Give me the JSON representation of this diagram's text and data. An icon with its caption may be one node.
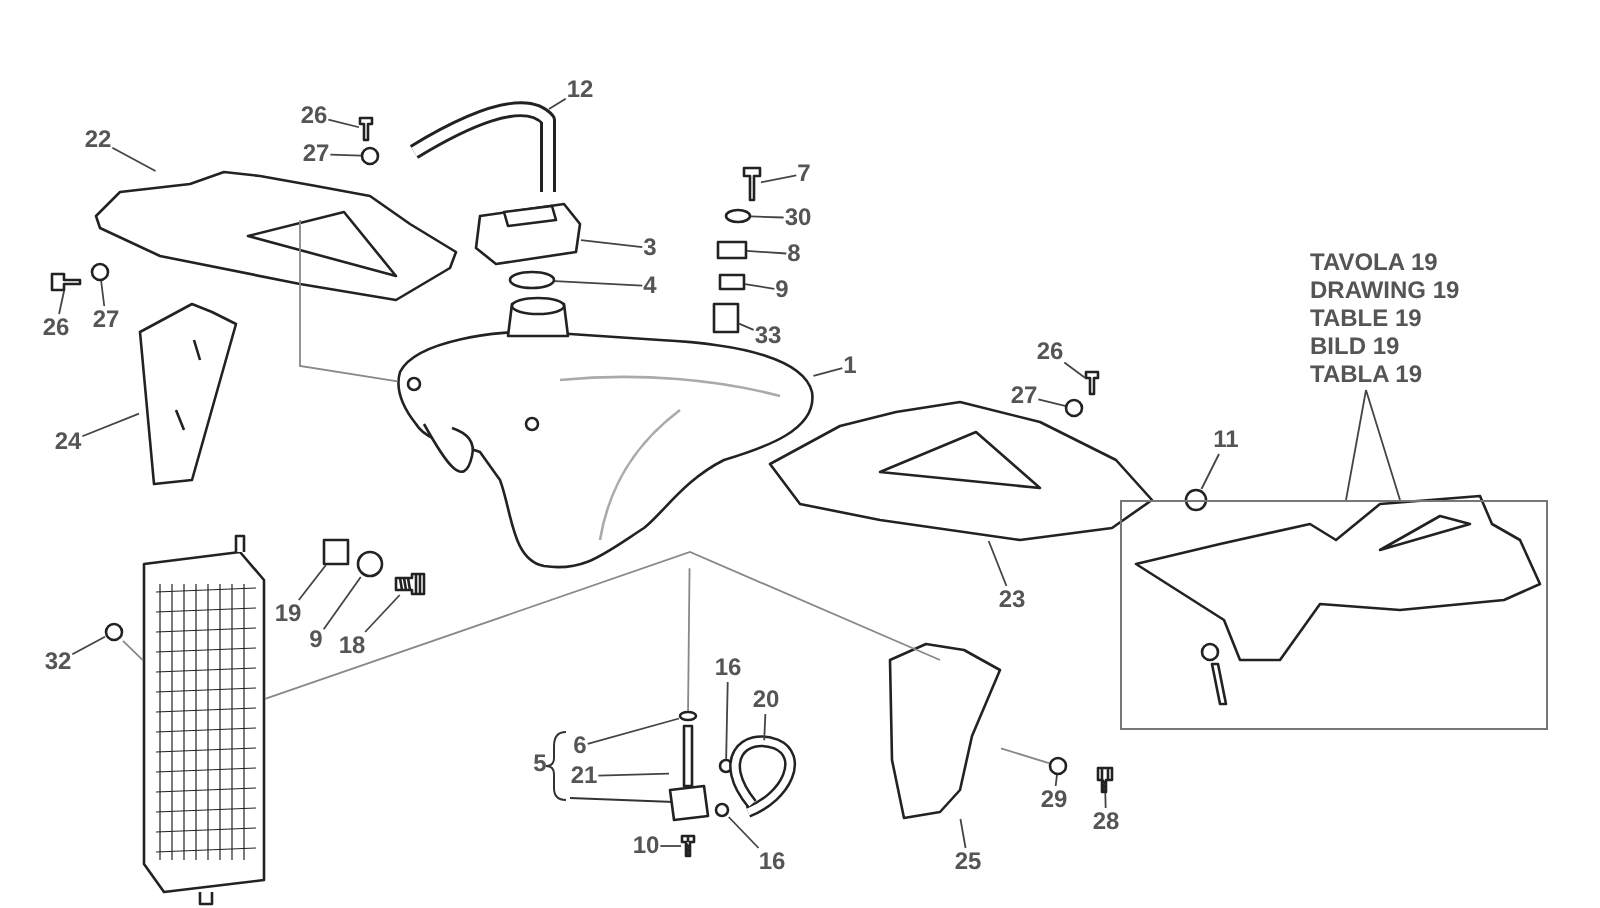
{
  "diagram": {
    "nodes": [
      {
        "text": [
          "12"
        ]
      },
      {
        "text": [
          "26"
        ]
      },
      {
        "text": [
          "27"
        ]
      },
      {
        "text": [
          "22"
        ]
      },
      {
        "text": [
          "7"
        ]
      },
      {
        "text": [
          "30"
        ]
      },
      {
        "text": [
          "3"
        ]
      },
      {
        "text": [
          "8"
        ]
      },
      {
        "text": [
          "TAVOLA 19",
          "DRAWING 19",
          "TABLE 19",
          "BILD 19",
          "TABLA 19"
        ]
      },
      {
        "text": [
          "4"
        ]
      },
      {
        "text": [
          "9"
        ]
      },
      {
        "text": [
          "26"
        ]
      },
      {
        "text": [
          "27"
        ]
      },
      {
        "text": [
          "33"
        ]
      },
      {
        "text": [
          "26"
        ]
      },
      {
        "text": [
          "1"
        ]
      },
      {
        "text": [
          "27"
        ]
      },
      {
        "text": [
          "24"
        ]
      },
      {
        "text": [
          "11"
        ]
      },
      {
        "text": [],
        "shape": "box"
      },
      {
        "text": [
          "23"
        ]
      },
      {
        "text": [
          "19"
        ]
      },
      {
        "text": [
          "9"
        ]
      },
      {
        "text": [
          "18"
        ]
      },
      {
        "text": [
          "32"
        ]
      },
      {
        "text": [
          "16"
        ]
      },
      {
        "text": [
          "20"
        ]
      },
      {
        "text": [
          "6"
        ]
      },
      {
        "text": [
          "5"
        ]
      },
      {
        "text": [
          "21"
        ]
      },
      {
        "text": [
          "29"
        ]
      },
      {
        "text": [
          "28"
        ]
      },
      {
        "text": [
          "10"
        ]
      },
      {
        "text": [
          "16"
        ]
      },
      {
        "text": [
          "25"
        ]
      },
      {
        "text": [],
        "shape": "picture"
      },
      {
        "text": [],
        "shape": "picture"
      },
      {
        "text": [],
        "shape": "circle"
      },
      {
        "text": [],
        "shape": "picture"
      },
      {
        "text": [],
        "shape": "picture"
      },
      {
        "text": [],
        "shape": "picture"
      },
      {
        "text": [],
        "shape": "circle"
      },
      {
        "text": [],
        "shape": "box"
      },
      {
        "text": [],
        "shape": "circle"
      },
      {
        "text": [],
        "shape": "box"
      },
      {
        "text": [],
        "shape": "picture"
      },
      {
        "text": [],
        "shape": "circle"
      },
      {
        "text": [],
        "shape": "box"
      },
      {
        "text": [],
        "shape": "picture"
      },
      {
        "text": [],
        "shape": "picture"
      },
      {
        "text": [],
        "shape": "picture"
      },
      {
        "text": [],
        "shape": "circle"
      },
      {
        "text": [],
        "shape": "picture"
      },
      {
        "text": [],
        "shape": "circle"
      },
      {
        "text": [],
        "shape": "box"
      },
      {
        "text": [],
        "shape": "circle"
      },
      {
        "text": [],
        "shape": "picture"
      },
      {
        "text": [],
        "shape": "circle"
      },
      {
        "text": [],
        "shape": "picture"
      },
      {
        "text": [],
        "shape": "circle"
      },
      {
        "text": [],
        "shape": "picture"
      },
      {
        "text": [],
        "shape": "circle"
      },
      {
        "text": [],
        "shape": "picture"
      },
      {
        "text": [],
        "shape": "circle"
      },
      {
        "text": [],
        "shape": "picture"
      },
      {
        "text": [],
        "shape": "circle"
      },
      {
        "text": [],
        "shape": "picture"
      },
      {
        "text": [],
        "shape": "picture"
      }
    ],
    "edges": [
      {
        "from": 0,
        "to": 35,
        "arrow": "none"
      },
      {
        "from": 1,
        "to": 36,
        "arrow": "none"
      },
      {
        "from": 2,
        "to": 37,
        "arrow": "none"
      },
      {
        "from": 3,
        "to": 39,
        "arrow": "none"
      },
      {
        "from": 4,
        "to": 38,
        "arrow": "none"
      },
      {
        "from": 5,
        "to": 41,
        "arrow": "none"
      },
      {
        "from": 6,
        "to": 40,
        "arrow": "none"
      },
      {
        "from": 7,
        "to": 42,
        "arrow": "none"
      },
      {
        "from": 9,
        "to": 43,
        "arrow": "none"
      },
      {
        "from": 10,
        "to": 44,
        "arrow": "none"
      },
      {
        "from": 11,
        "to": 45,
        "arrow": "none"
      },
      {
        "from": 12,
        "to": 46,
        "arrow": "none"
      },
      {
        "from": 13,
        "to": 47,
        "arrow": "none"
      },
      {
        "from": 14,
        "to": 50,
        "arrow": "none"
      },
      {
        "from": 15,
        "to": 49,
        "arrow": "none"
      },
      {
        "from": 16,
        "to": 51,
        "arrow": "none"
      },
      {
        "from": 17,
        "to": 48,
        "arrow": "none"
      },
      {
        "from": 18,
        "to": 53,
        "arrow": "none"
      },
      {
        "from": 20,
        "to": 52,
        "arrow": "none"
      },
      {
        "from": 21,
        "to": 54,
        "arrow": "none"
      },
      {
        "from": 22,
        "to": 55,
        "arrow": "none"
      },
      {
        "from": 23,
        "to": 56,
        "arrow": "none"
      },
      {
        "from": 24,
        "to": 57,
        "arrow": "none"
      },
      {
        "from": 25,
        "to": 61,
        "arrow": "none"
      },
      {
        "from": 26,
        "to": 62,
        "arrow": "none"
      },
      {
        "from": 27,
        "to": 59,
        "arrow": "none"
      },
      {
        "from": 29,
        "to": 60,
        "arrow": "none"
      },
      {
        "from": 30,
        "to": 63,
        "arrow": "none"
      },
      {
        "from": 31,
        "to": 64,
        "arrow": "none"
      },
      {
        "from": 32,
        "to": 66,
        "arrow": "none"
      },
      {
        "from": 33,
        "to": 65,
        "arrow": "none"
      },
      {
        "from": 34,
        "to": 58,
        "arrow": "none"
      },
      {
        "from": 8,
        "to": 19,
        "arrow": "none"
      },
      {
        "from": 39,
        "to": 49,
        "arrow": "none",
        "color": "#888888"
      },
      {
        "from": 57,
        "to": 67,
        "arrow": "none",
        "color": "#888888"
      },
      {
        "from": 49,
        "to": 59,
        "arrow": "none",
        "color": "#888888"
      },
      {
        "from": 67,
        "to": 58,
        "arrow": "none",
        "color": "#888888"
      },
      {
        "from": 58,
        "to": 63,
        "arrow": "none",
        "color": "#888888"
      }
    ]
  }
}
